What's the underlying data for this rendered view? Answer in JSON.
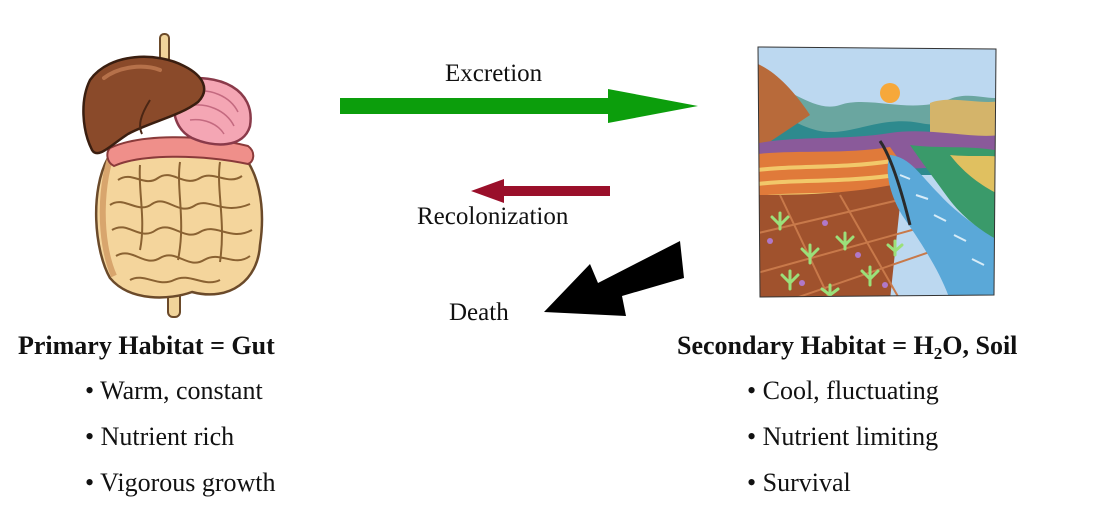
{
  "arrows": {
    "excretion": {
      "label": "Excretion",
      "color": "#0c9e0c"
    },
    "recolonization": {
      "label": "Recolonization",
      "color": "#9a0f2a"
    },
    "death": {
      "label": "Death",
      "color": "#000000"
    }
  },
  "primary": {
    "title": "Primary Habitat = Gut",
    "image": "digestive-system-illustration",
    "bullets": [
      "Warm, constant",
      "Nutrient rich",
      "Vigorous growth"
    ]
  },
  "secondary": {
    "title_prefix": "Secondary Habitat = H",
    "title_sub": "2",
    "title_suffix": "O, Soil",
    "image": "landscape-river-fields-illustration",
    "bullets": [
      "Cool, fluctuating",
      "Nutrient limiting",
      "Survival"
    ]
  },
  "bullet_char": "•"
}
